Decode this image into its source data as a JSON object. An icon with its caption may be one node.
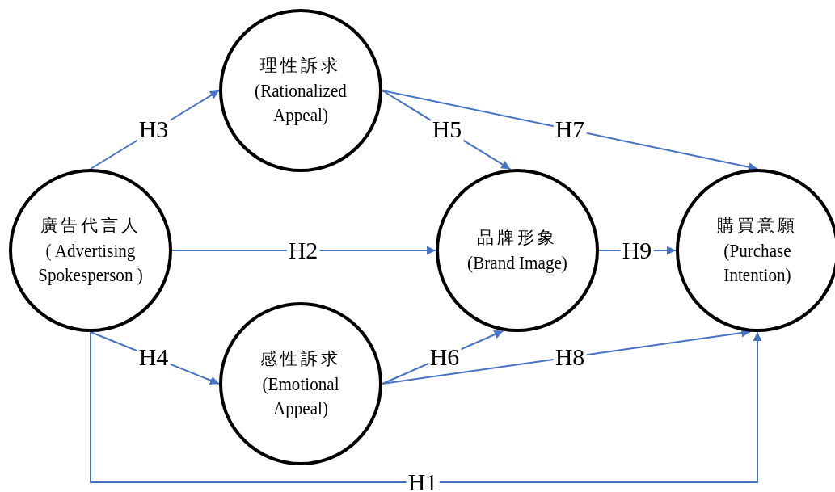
{
  "diagram": {
    "nodes": [
      {
        "text": [
          "廣告代言人",
          "( Advertising Spokesperson )"
        ]
      },
      {
        "text": [
          "理性訴求",
          "(Rationalized Appeal)"
        ]
      },
      {
        "text": [
          "感性訴求",
          "(Emotional Appeal)"
        ]
      },
      {
        "text": [
          "品牌形象",
          "(Brand Image)"
        ]
      },
      {
        "text": [
          "購買意願",
          "(Purchase Intention)"
        ]
      }
    ],
    "edges": [
      {
        "from": 0,
        "to": 4,
        "arrow": "to",
        "label": "H1"
      },
      {
        "from": 0,
        "to": 3,
        "arrow": "to",
        "label": "H2"
      },
      {
        "from": 0,
        "to": 1,
        "arrow": "to",
        "label": "H3"
      },
      {
        "from": 0,
        "to": 2,
        "arrow": "to",
        "label": "H4"
      },
      {
        "from": 1,
        "to": 3,
        "arrow": "to",
        "label": "H5"
      },
      {
        "from": 2,
        "to": 3,
        "arrow": "to",
        "label": "H6"
      },
      {
        "from": 1,
        "to": 4,
        "arrow": "to",
        "label": "H7"
      },
      {
        "from": 2,
        "to": 4,
        "arrow": "to",
        "label": "H8"
      },
      {
        "from": 3,
        "to": 4,
        "arrow": "to",
        "label": "H9"
      }
    ]
  }
}
